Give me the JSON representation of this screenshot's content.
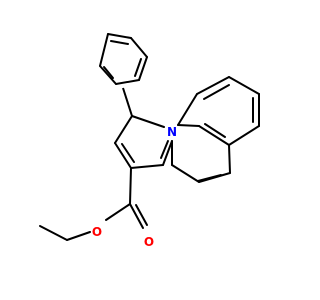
{
  "molecule": {
    "atoms": [
      {
        "label": "N",
        "color": "#0000ff"
      },
      {
        "label": "O",
        "color": "#ff0000"
      },
      {
        "label": "O",
        "color": "#ff0000"
      }
    ],
    "bond_color": "#000000",
    "background": "#ffffff"
  }
}
